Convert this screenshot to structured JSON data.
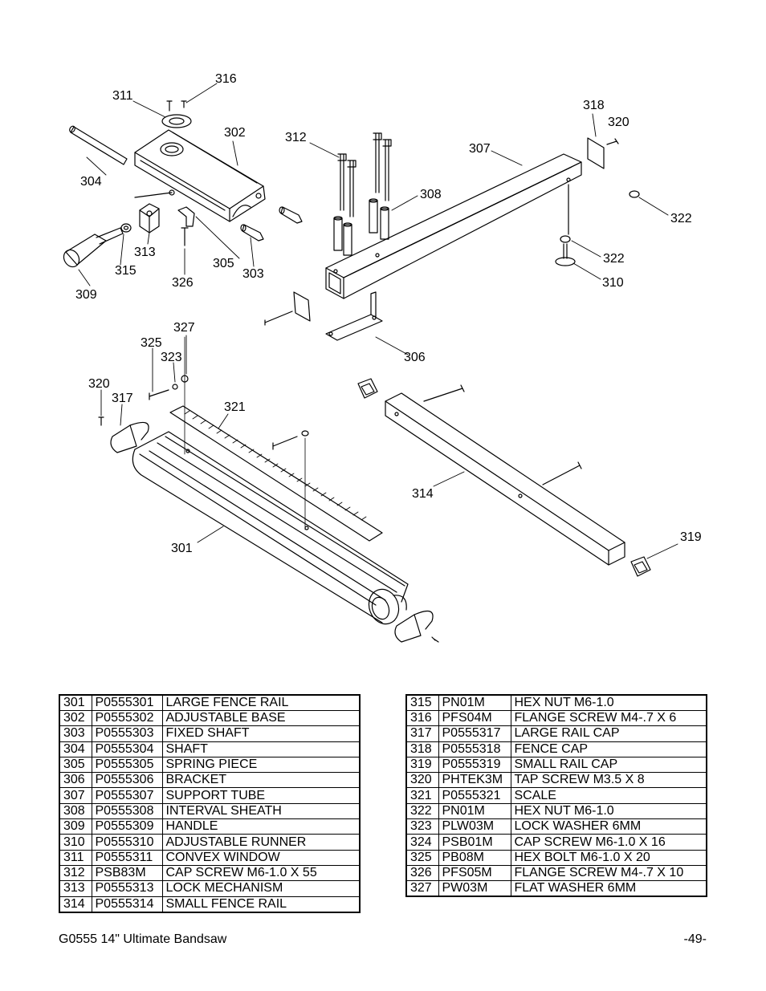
{
  "callouts": [
    "301",
    "302",
    "303",
    "304",
    "305",
    "306",
    "307",
    "308",
    "309",
    "310",
    "311",
    "312",
    "313",
    "314",
    "315",
    "316",
    "317",
    "318",
    "319",
    "320",
    "320",
    "321",
    "322",
    "322",
    "323",
    "325",
    "326",
    "327"
  ],
  "parts_left": [
    {
      "ref": "301",
      "part": "P0555301",
      "desc": "LARGE FENCE RAIL"
    },
    {
      "ref": "302",
      "part": "P0555302",
      "desc": "ADJUSTABLE BASE"
    },
    {
      "ref": "303",
      "part": "P0555303",
      "desc": "FIXED SHAFT"
    },
    {
      "ref": "304",
      "part": "P0555304",
      "desc": "SHAFT"
    },
    {
      "ref": "305",
      "part": "P0555305",
      "desc": "SPRING PIECE"
    },
    {
      "ref": "306",
      "part": "P0555306",
      "desc": "BRACKET"
    },
    {
      "ref": "307",
      "part": "P0555307",
      "desc": "SUPPORT TUBE"
    },
    {
      "ref": "308",
      "part": "P0555308",
      "desc": "INTERVAL SHEATH"
    },
    {
      "ref": "309",
      "part": "P0555309",
      "desc": "HANDLE"
    },
    {
      "ref": "310",
      "part": "P0555310",
      "desc": "ADJUSTABLE RUNNER"
    },
    {
      "ref": "311",
      "part": "P0555311",
      "desc": "CONVEX WINDOW"
    },
    {
      "ref": "312",
      "part": "PSB83M",
      "desc": "CAP SCREW M6-1.0 X 55"
    },
    {
      "ref": "313",
      "part": "P0555313",
      "desc": "LOCK MECHANISM"
    },
    {
      "ref": "314",
      "part": "P0555314",
      "desc": "SMALL FENCE RAIL"
    }
  ],
  "parts_right": [
    {
      "ref": "315",
      "part": "PN01M",
      "desc": "HEX NUT M6-1.0"
    },
    {
      "ref": "316",
      "part": "PFS04M",
      "desc": "FLANGE SCREW M4-.7 X 6"
    },
    {
      "ref": "317",
      "part": "P0555317",
      "desc": "LARGE RAIL CAP"
    },
    {
      "ref": "318",
      "part": "P0555318",
      "desc": "FENCE CAP"
    },
    {
      "ref": "319",
      "part": "P0555319",
      "desc": "SMALL RAIL CAP"
    },
    {
      "ref": "320",
      "part": "PHTEK3M",
      "desc": "TAP SCREW M3.5 X 8"
    },
    {
      "ref": "321",
      "part": "P0555321",
      "desc": "SCALE"
    },
    {
      "ref": "322",
      "part": "PN01M",
      "desc": "HEX NUT M6-1.0"
    },
    {
      "ref": "323",
      "part": "PLW03M",
      "desc": "LOCK WASHER 6MM"
    },
    {
      "ref": "324",
      "part": "PSB01M",
      "desc": "CAP SCREW M6-1.0 X 16"
    },
    {
      "ref": "325",
      "part": "PB08M",
      "desc": "HEX BOLT M6-1.0 X 20"
    },
    {
      "ref": "326",
      "part": "PFS05M",
      "desc": "FLANGE SCREW M4-.7 X 10"
    },
    {
      "ref": "327",
      "part": "PW03M",
      "desc": "FLAT WASHER 6MM"
    }
  ],
  "footer": {
    "left": "G0555 14\" Ultimate Bandsaw",
    "right": "-49-"
  }
}
